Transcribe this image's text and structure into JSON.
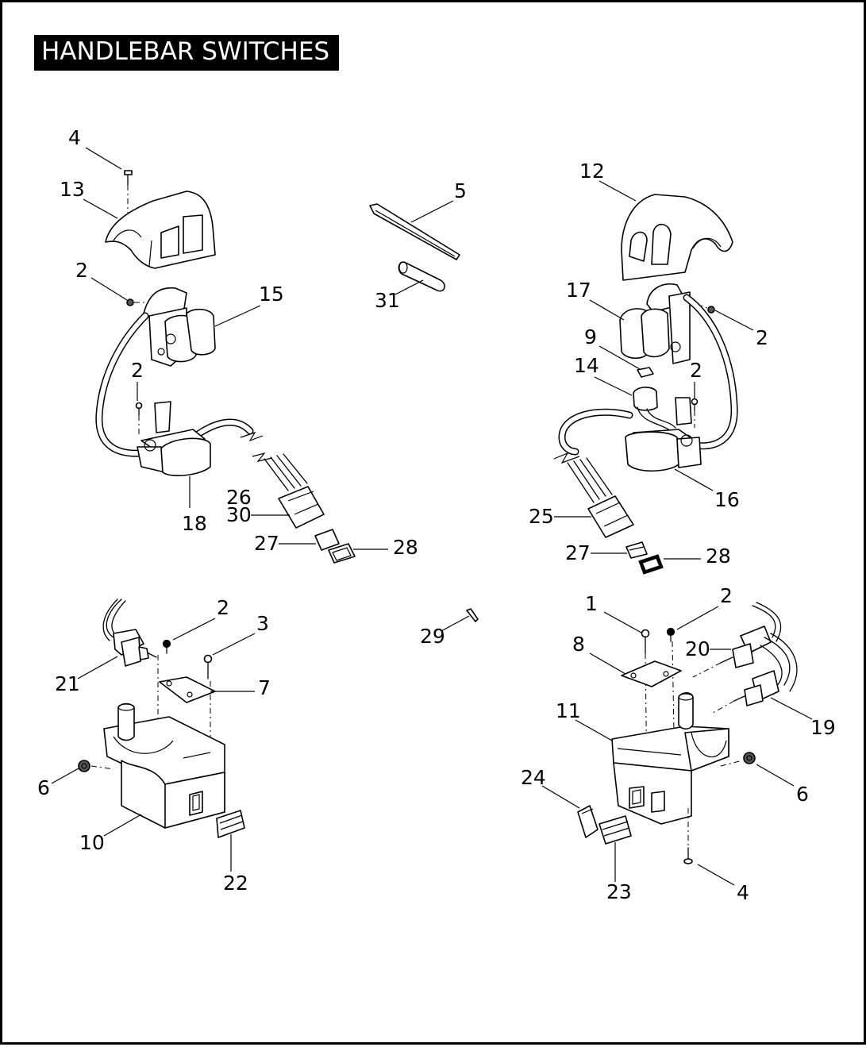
{
  "title": "HANDLEBAR SWITCHES",
  "labels": {
    "l4a": "4",
    "l13": "13",
    "l2a": "2",
    "l15": "15",
    "l2b": "2",
    "l18": "18",
    "l26": "26",
    "l30": "30",
    "l27a": "27",
    "l28a": "28",
    "l5": "5",
    "l31": "31",
    "l12": "12",
    "l17": "17",
    "l2c": "2",
    "l9": "9",
    "l14": "14",
    "l2d": "2",
    "l16": "16",
    "l25": "25",
    "l27b": "27",
    "l28b": "28",
    "l2e": "2",
    "l3": "3",
    "l21": "21",
    "l7": "7",
    "l6a": "6",
    "l10": "10",
    "l22": "22",
    "l29": "29",
    "l1": "1",
    "l2f": "2",
    "l20": "20",
    "l8": "8",
    "l11": "11",
    "l19": "19",
    "l24": "24",
    "l6b": "6",
    "l23": "23",
    "l4b": "4"
  }
}
